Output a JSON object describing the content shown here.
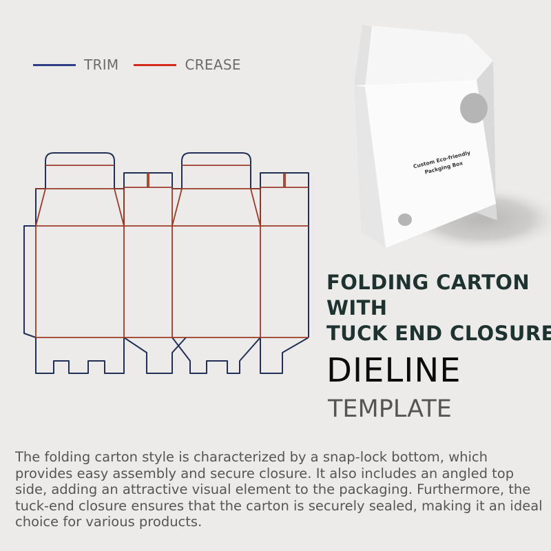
{
  "legend": {
    "trim": {
      "label": "TRIM",
      "color": "#2b3e86"
    },
    "crease": {
      "label": "CREASE",
      "color": "#d22a1c"
    }
  },
  "colors": {
    "trim_line": "#1f2f55",
    "crease_line": "#9b3a26"
  },
  "box_mockup": {
    "label_line1": "Custom Eco-friendly",
    "label_line2": "Packging Box"
  },
  "title": {
    "line1": "FOLDING CARTON",
    "line2": "WITH",
    "line3": "TUCK END CLOSURE",
    "dieline": "DIELINE",
    "template": "TEMPLATE"
  },
  "description": "The folding carton style is characterized by a snap-lock bottom, which provides easy assembly and secure closure. It also includes an angled top side, adding an attractive visual element to the packaging. Furthermore, the tuck-end closure ensures that the carton is securely sealed, making it an ideal choice for various products."
}
